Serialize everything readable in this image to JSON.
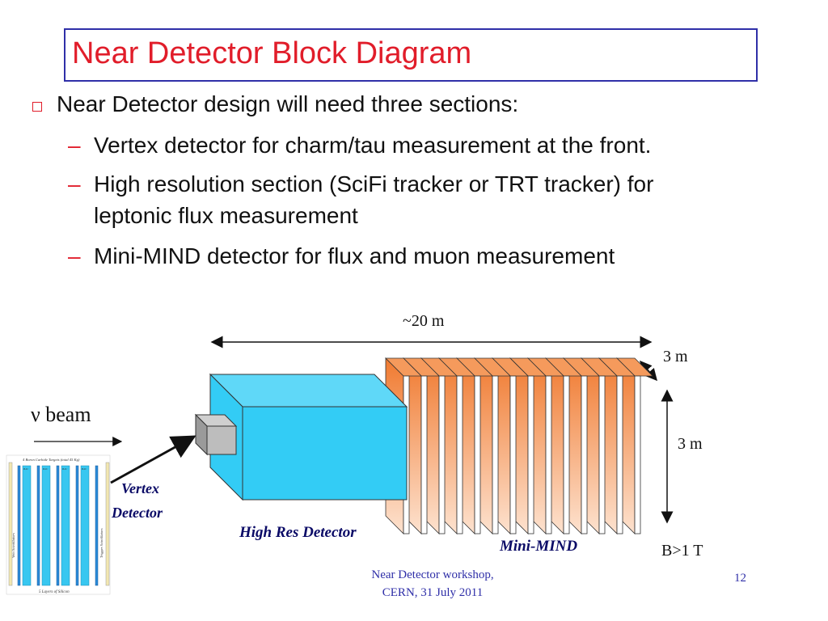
{
  "title": "Near Detector Block Diagram",
  "bullets": {
    "main": "Near Detector design will need three sections:",
    "sub1": "Vertex detector for charm/tau measurement at the front.",
    "sub2_line1": "High resolution section (SciFi tracker or TRT tracker) for",
    "sub2_line2": "leptonic flux measurement",
    "sub3": "Mini-MIND detector for flux and muon measurement",
    "dash": "–"
  },
  "diagram": {
    "length_label": "~20 m",
    "width_label": "3 m",
    "height_label": "3 m",
    "beam_label": "ν beam",
    "vertex_label_1": "Vertex",
    "vertex_label_2": "Detector",
    "highres_label": "High Res Detector",
    "minimind_label": "Mini-MIND",
    "field_label": "B>1 T",
    "inset_top": "4 Boron Carbide Targets (total 45 Kg)",
    "inset_bottom": "5 Layers of Silicon",
    "inset_left": "Veto Scintillators",
    "inset_right": "Trigger Scintillators",
    "inset_cell": "B4C",
    "colors": {
      "cyan": "#33ccf5",
      "orange": "#f07a30",
      "orange_light": "#fcd2b4",
      "navy": "#0a0a66"
    }
  },
  "footer": {
    "line1": "Near Detector workshop,",
    "line2": "CERN, 31 July 2011",
    "page": "12"
  }
}
